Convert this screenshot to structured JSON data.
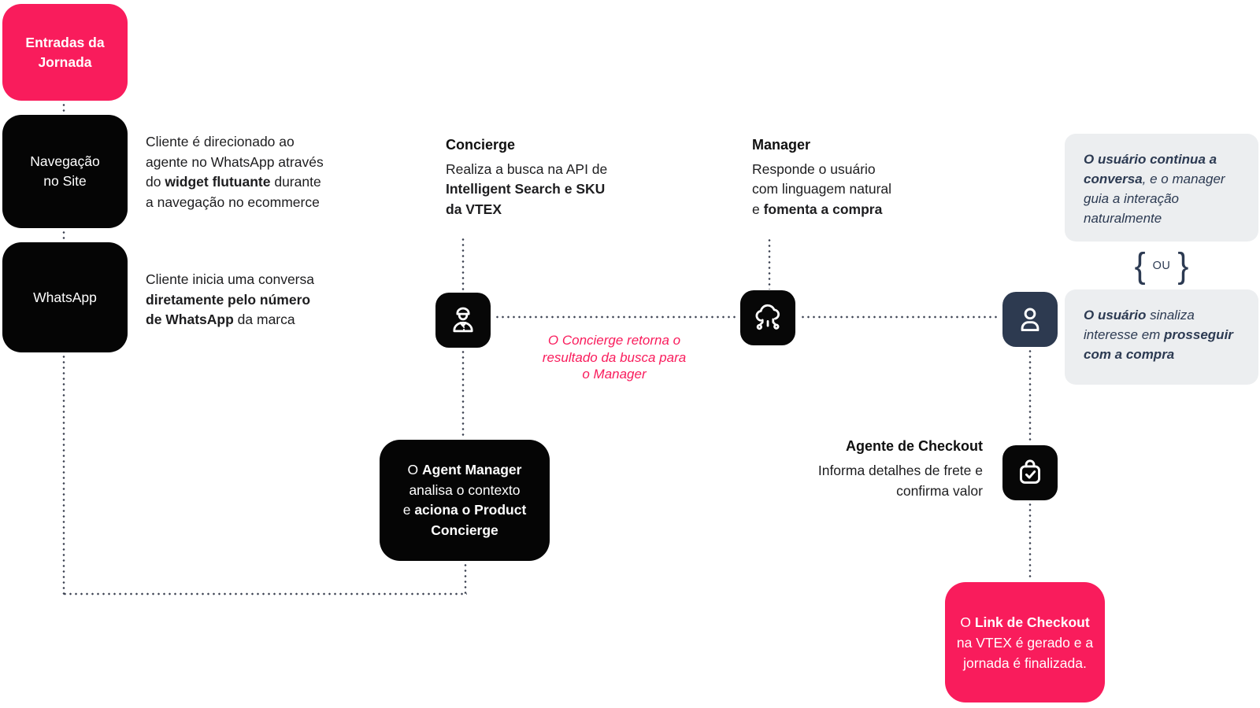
{
  "colors": {
    "pink": "#F91C5C",
    "black": "#050505",
    "navy": "#2D3A50",
    "gray_card": "#ECEEF0",
    "dot": "#3A4050"
  },
  "entry_box": {
    "lines": [
      [
        {
          "t": "Entradas da"
        }
      ],
      [
        {
          "t": "Jornada"
        }
      ]
    ]
  },
  "nav_box": {
    "lines": [
      [
        {
          "t": "Navegação"
        }
      ],
      [
        {
          "t": "no Site"
        }
      ]
    ]
  },
  "whatsapp_box": {
    "lines": [
      [
        {
          "t": "WhatsApp"
        }
      ]
    ]
  },
  "nav_desc": {
    "lines": [
      [
        {
          "t": "Cliente é direcionado ao"
        }
      ],
      [
        {
          "t": "agente no WhatsApp através"
        }
      ],
      [
        {
          "t": "do "
        },
        {
          "t": "widget flutuante",
          "b": true
        },
        {
          "t": " durante"
        }
      ],
      [
        {
          "t": "a navegação no ecommerce"
        }
      ]
    ]
  },
  "whatsapp_desc": {
    "lines": [
      [
        {
          "t": "Cliente inicia uma conversa"
        }
      ],
      [
        {
          "t": "diretamente pelo número",
          "b": true
        }
      ],
      [
        {
          "t": "de WhatsApp",
          "b": true
        },
        {
          "t": " da marca"
        }
      ]
    ]
  },
  "concierge": {
    "title": "Concierge",
    "lines": [
      [
        {
          "t": "Realiza a busca na API de"
        }
      ],
      [
        {
          "t": "Intelligent Search e SKU",
          "b": true
        }
      ],
      [
        {
          "t": "da VTEX",
          "b": true
        }
      ]
    ]
  },
  "manager": {
    "title": "Manager",
    "lines": [
      [
        {
          "t": "Responde o usuário"
        }
      ],
      [
        {
          "t": "com linguagem natural"
        }
      ],
      [
        {
          "t": "e "
        },
        {
          "t": "fomenta a compra",
          "b": true
        }
      ]
    ]
  },
  "checkout_agent": {
    "title": "Agente de Checkout",
    "lines": [
      [
        {
          "t": "Informa detalhes de frete e"
        }
      ],
      [
        {
          "t": "confirma valor"
        }
      ]
    ]
  },
  "concierge_note": {
    "lines": [
      [
        {
          "t": "O Concierge retorna o"
        }
      ],
      [
        {
          "t": "resultado da busca para"
        }
      ],
      [
        {
          "t": "o Manager"
        }
      ]
    ]
  },
  "gray_box_top": {
    "lines": [
      [
        {
          "t": "O usuário continua a",
          "b": true
        }
      ],
      [
        {
          "t": "conversa",
          "b": true
        },
        {
          "t": ", e o manager"
        }
      ],
      [
        {
          "t": "guia a interação"
        }
      ],
      [
        {
          "t": "naturalmente"
        }
      ]
    ]
  },
  "or_divider": {
    "open_brace": "{",
    "label": "OU",
    "close_brace": "}"
  },
  "gray_box_bottom": {
    "lines": [
      [
        {
          "t": "O usuário",
          "b": true
        },
        {
          "t": " sinaliza"
        }
      ],
      [
        {
          "t": "interesse em "
        },
        {
          "t": "prosseguir",
          "b": true
        }
      ],
      [
        {
          "t": "com a compra",
          "b": true
        }
      ]
    ]
  },
  "agent_manager_box": {
    "lines": [
      [
        {
          "t": "O "
        },
        {
          "t": "Agent Manager",
          "b": true
        }
      ],
      [
        {
          "t": "analisa o contexto"
        }
      ],
      [
        {
          "t": "e "
        },
        {
          "t": "aciona o Product",
          "b": true
        }
      ],
      [
        {
          "t": "Concierge",
          "b": true
        }
      ]
    ]
  },
  "checkout_link_box": {
    "lines": [
      [
        {
          "t": "O "
        },
        {
          "t": "Link de Checkout",
          "b": true
        }
      ],
      [
        {
          "t": "na VTEX é gerado e a"
        }
      ],
      [
        {
          "t": "jornada é finalizada."
        }
      ]
    ]
  },
  "icons": {
    "concierge": "bellhop",
    "manager": "cloud-network",
    "user": "person",
    "checkout": "bag-check"
  }
}
